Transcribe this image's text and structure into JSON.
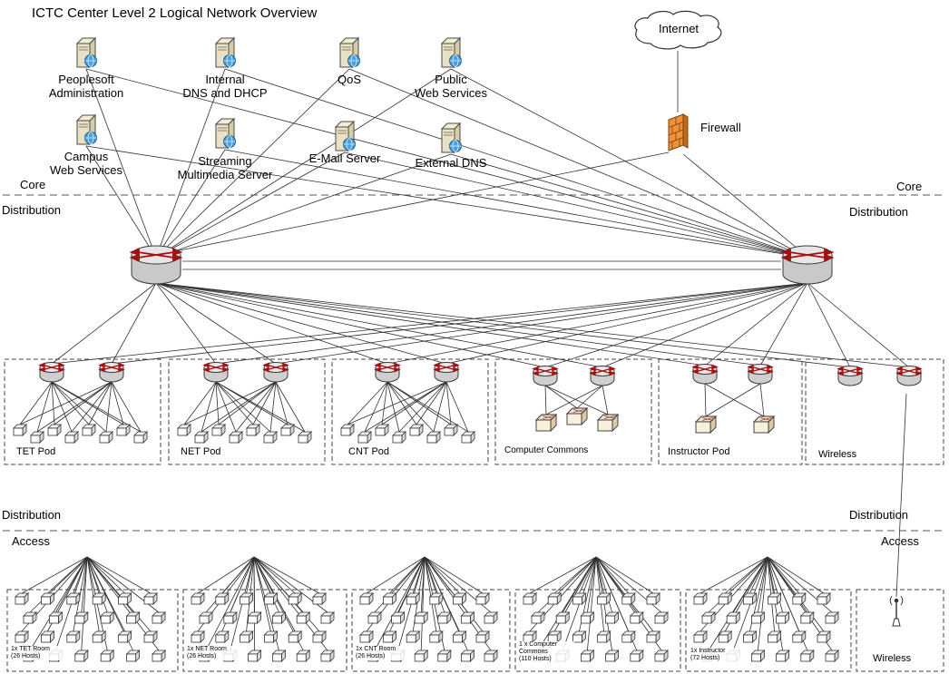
{
  "title": "ICTC Center Level 2 Logical Network Overview",
  "nodes": {
    "internet": "Internet",
    "firewall": "Firewall"
  },
  "zones": {
    "core_left": "Core",
    "core_right": "Core",
    "distribution_left": "Distribution",
    "distribution_right": "Distribution",
    "distribution_lower_left": "Distribution",
    "distribution_lower_right": "Distribution",
    "access_left": "Access",
    "access_right": "Access"
  },
  "servers": [
    {
      "label": "Peoplesoft\nAdministration"
    },
    {
      "label": "Internal\nDNS and DHCP"
    },
    {
      "label": "QoS"
    },
    {
      "label": "Public\nWeb Services"
    },
    {
      "label": "Campus\nWeb Services"
    },
    {
      "label": "Streaming\nMultimedia Server"
    },
    {
      "label": "E-Mail Server"
    },
    {
      "label": "External DNS"
    }
  ],
  "pods": [
    {
      "label": "TET Pod"
    },
    {
      "label": "NET Pod"
    },
    {
      "label": "CNT Pod"
    },
    {
      "label": "Computer Commons"
    },
    {
      "label": "Instructor Pod"
    },
    {
      "label": "Wireless"
    }
  ],
  "rooms": [
    {
      "label": "1x TET Room\n(26 Hosts)"
    },
    {
      "label": "1x NET Room\n(26 Hosts)"
    },
    {
      "label": "1x CNT Room\n(26 Hosts)"
    },
    {
      "label": "1 x Computer\nCommons\n(110 Hosts)"
    },
    {
      "label": "1x Instructor\n(72 Hosts)"
    },
    {
      "label": "Wireless"
    }
  ],
  "icons": {
    "server": "server-tower-icon",
    "internet": "cloud-icon",
    "firewall": "firewall-brick-icon",
    "router": "router-icon",
    "switch": "switch-icon",
    "host": "host-box-icon",
    "workstation": "workstation-box-icon",
    "antenna": "wireless-antenna-icon"
  },
  "colors": {
    "firewall": "#ef9235",
    "globe": "#4aa1dd",
    "router_arrows": "#a01212",
    "server_body": "#e9e1c6",
    "wire": "#303030"
  }
}
